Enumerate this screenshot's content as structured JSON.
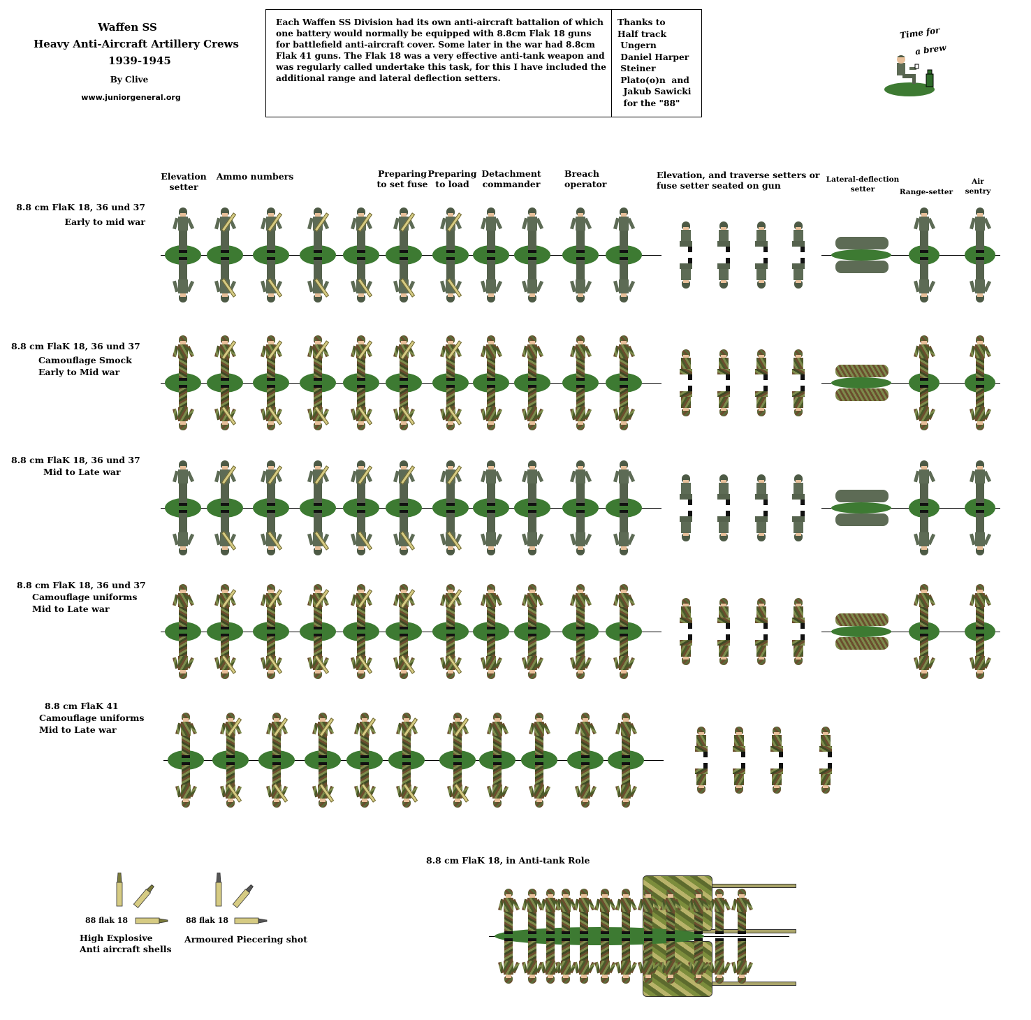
{
  "header": {
    "line1": "Waffen SS",
    "line2": "Heavy Anti-Aircraft Artillery Crews",
    "line3": "1939-1945",
    "author": "By Clive",
    "website": "www.juniorgeneral.org"
  },
  "info": {
    "description": "Each Waffen SS Division had its own anti-aircraft battalion of which one battery would normally be equipped with 8.8cm Flak 18 guns for battlefield anti-aircraft cover. Some later in the war had 8.8cm Flak 41 guns. The Flak 18 was a very effective anti-tank weapon and was regularly called undertake this task, for this I have included the additional range and lateral deflection setters.",
    "thanks": [
      "Thanks to",
      "Half track",
      " Ungern",
      " Daniel Harper",
      " Steiner",
      " Plato(o)n  and",
      "  Jakub Sawicki",
      "  for the \"88\""
    ]
  },
  "logo": {
    "line1": "Time for",
    "line2": "a brew"
  },
  "columns": {
    "elevation_setter": [
      "Elevation",
      "setter"
    ],
    "ammo_numbers": "Ammo numbers",
    "prep_fuse": [
      "Preparing",
      "to set fuse"
    ],
    "prep_load": [
      "Preparing",
      "to load"
    ],
    "detachment": [
      "Detachment",
      "commander"
    ],
    "breach": [
      "Breach",
      "operator"
    ],
    "seated": [
      "Elevation, and traverse setters or",
      "fuse setter seated on gun"
    ],
    "lateral": [
      "Lateral-deflection",
      "setter"
    ],
    "range": "Range-setter",
    "sentry": [
      "Air",
      "sentry"
    ]
  },
  "rows": [
    {
      "lines": [
        "8.8 cm FlaK 18, 36 und 37",
        "Early to mid war"
      ]
    },
    {
      "lines": [
        "8.8 cm FlaK 18, 36 und 37",
        "Camouflage Smock",
        "Early to Mid war"
      ]
    },
    {
      "lines": [
        "8.8 cm FlaK 18, 36 und 37",
        "Mid to Late war"
      ]
    },
    {
      "lines": [
        "8.8 cm FlaK 18, 36 und 37",
        "Camouflage uniforms",
        "Mid to Late war"
      ]
    },
    {
      "lines": [
        "8.8 cm FlaK 41",
        "Camouflage uniforms",
        "Mid to Late war"
      ]
    }
  ],
  "gun": {
    "caption": "8.8 cm FlaK 18, in Anti-tank Role"
  },
  "ammo": {
    "he_label": "88 flak 18",
    "ap_label": "88 flak 18",
    "he_caption": [
      "High Explosive",
      "Anti aircraft shells"
    ],
    "ap_caption": "Armoured Piecering  shot"
  },
  "colors": {
    "base_green": "#3d7a32",
    "uniform_grey": "#5d6b55",
    "shell_brass": "#d6cb83"
  }
}
